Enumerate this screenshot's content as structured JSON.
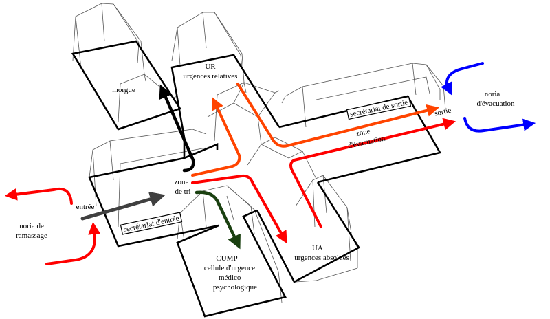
{
  "labels": {
    "morgue": "morgue",
    "ur_title": "UR",
    "ur_sub": "urgences relatives",
    "sec_sortie": "secrétariat de sortie",
    "sortie": "sortie",
    "zone_evac_1": "zone",
    "zone_evac_2": "d'évacuation",
    "noria_evac_1": "noria",
    "noria_evac_2": "d'évacuation",
    "zone_tri_1": "zone",
    "zone_tri_2": "de tri",
    "entree": "entrée",
    "noria_ram_1": "noria de",
    "noria_ram_2": "ramassage",
    "sec_entree": "secrétariat d'entrée",
    "ua_title": "UA",
    "ua_sub": "urgences absolues",
    "cump_1": "CUMP",
    "cump_2": "cellule d'urgence",
    "cump_3": "médico-",
    "cump_4": "psychologique"
  },
  "colors": {
    "outline": "#000000",
    "wire": "#555555",
    "red": "#ff0000",
    "orange": "#ff4400",
    "blue": "#0000ff",
    "black_arrow": "#000000",
    "gray_arrow": "#404040",
    "green_arrow": "#1a4010"
  }
}
